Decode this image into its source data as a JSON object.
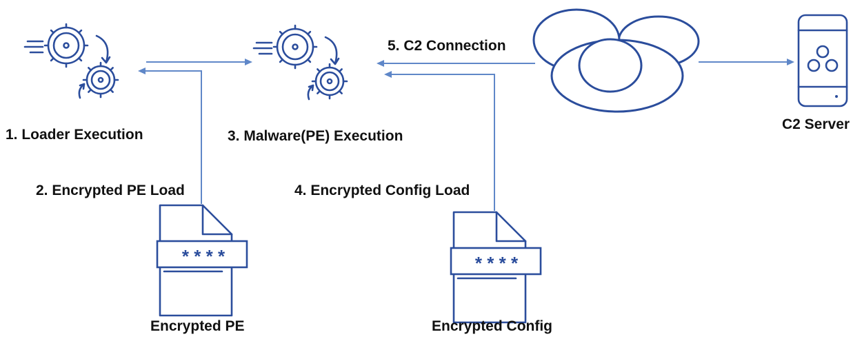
{
  "colors": {
    "icon": "#2b4d9c",
    "connector": "#5f87c8",
    "text": "#111111"
  },
  "icons": {
    "loader": "gears-icon",
    "malware": "gears-icon",
    "cloud": "cloud-icon",
    "server": "server-icon",
    "encrypted_pe": "encrypted-file-icon",
    "encrypted_config": "encrypted-file-icon"
  },
  "labels": {
    "step1": "1. Loader Execution",
    "step2": "2. Encrypted PE Load",
    "step3": "3. Malware(PE) Execution",
    "step4": "4. Encrypted Config Load",
    "step5": "5. C2 Connection",
    "c2_server": "C2 Server",
    "encrypted_pe": "Encrypted PE",
    "encrypted_config": "Encrypted Config"
  },
  "file_mask": "* * * *"
}
